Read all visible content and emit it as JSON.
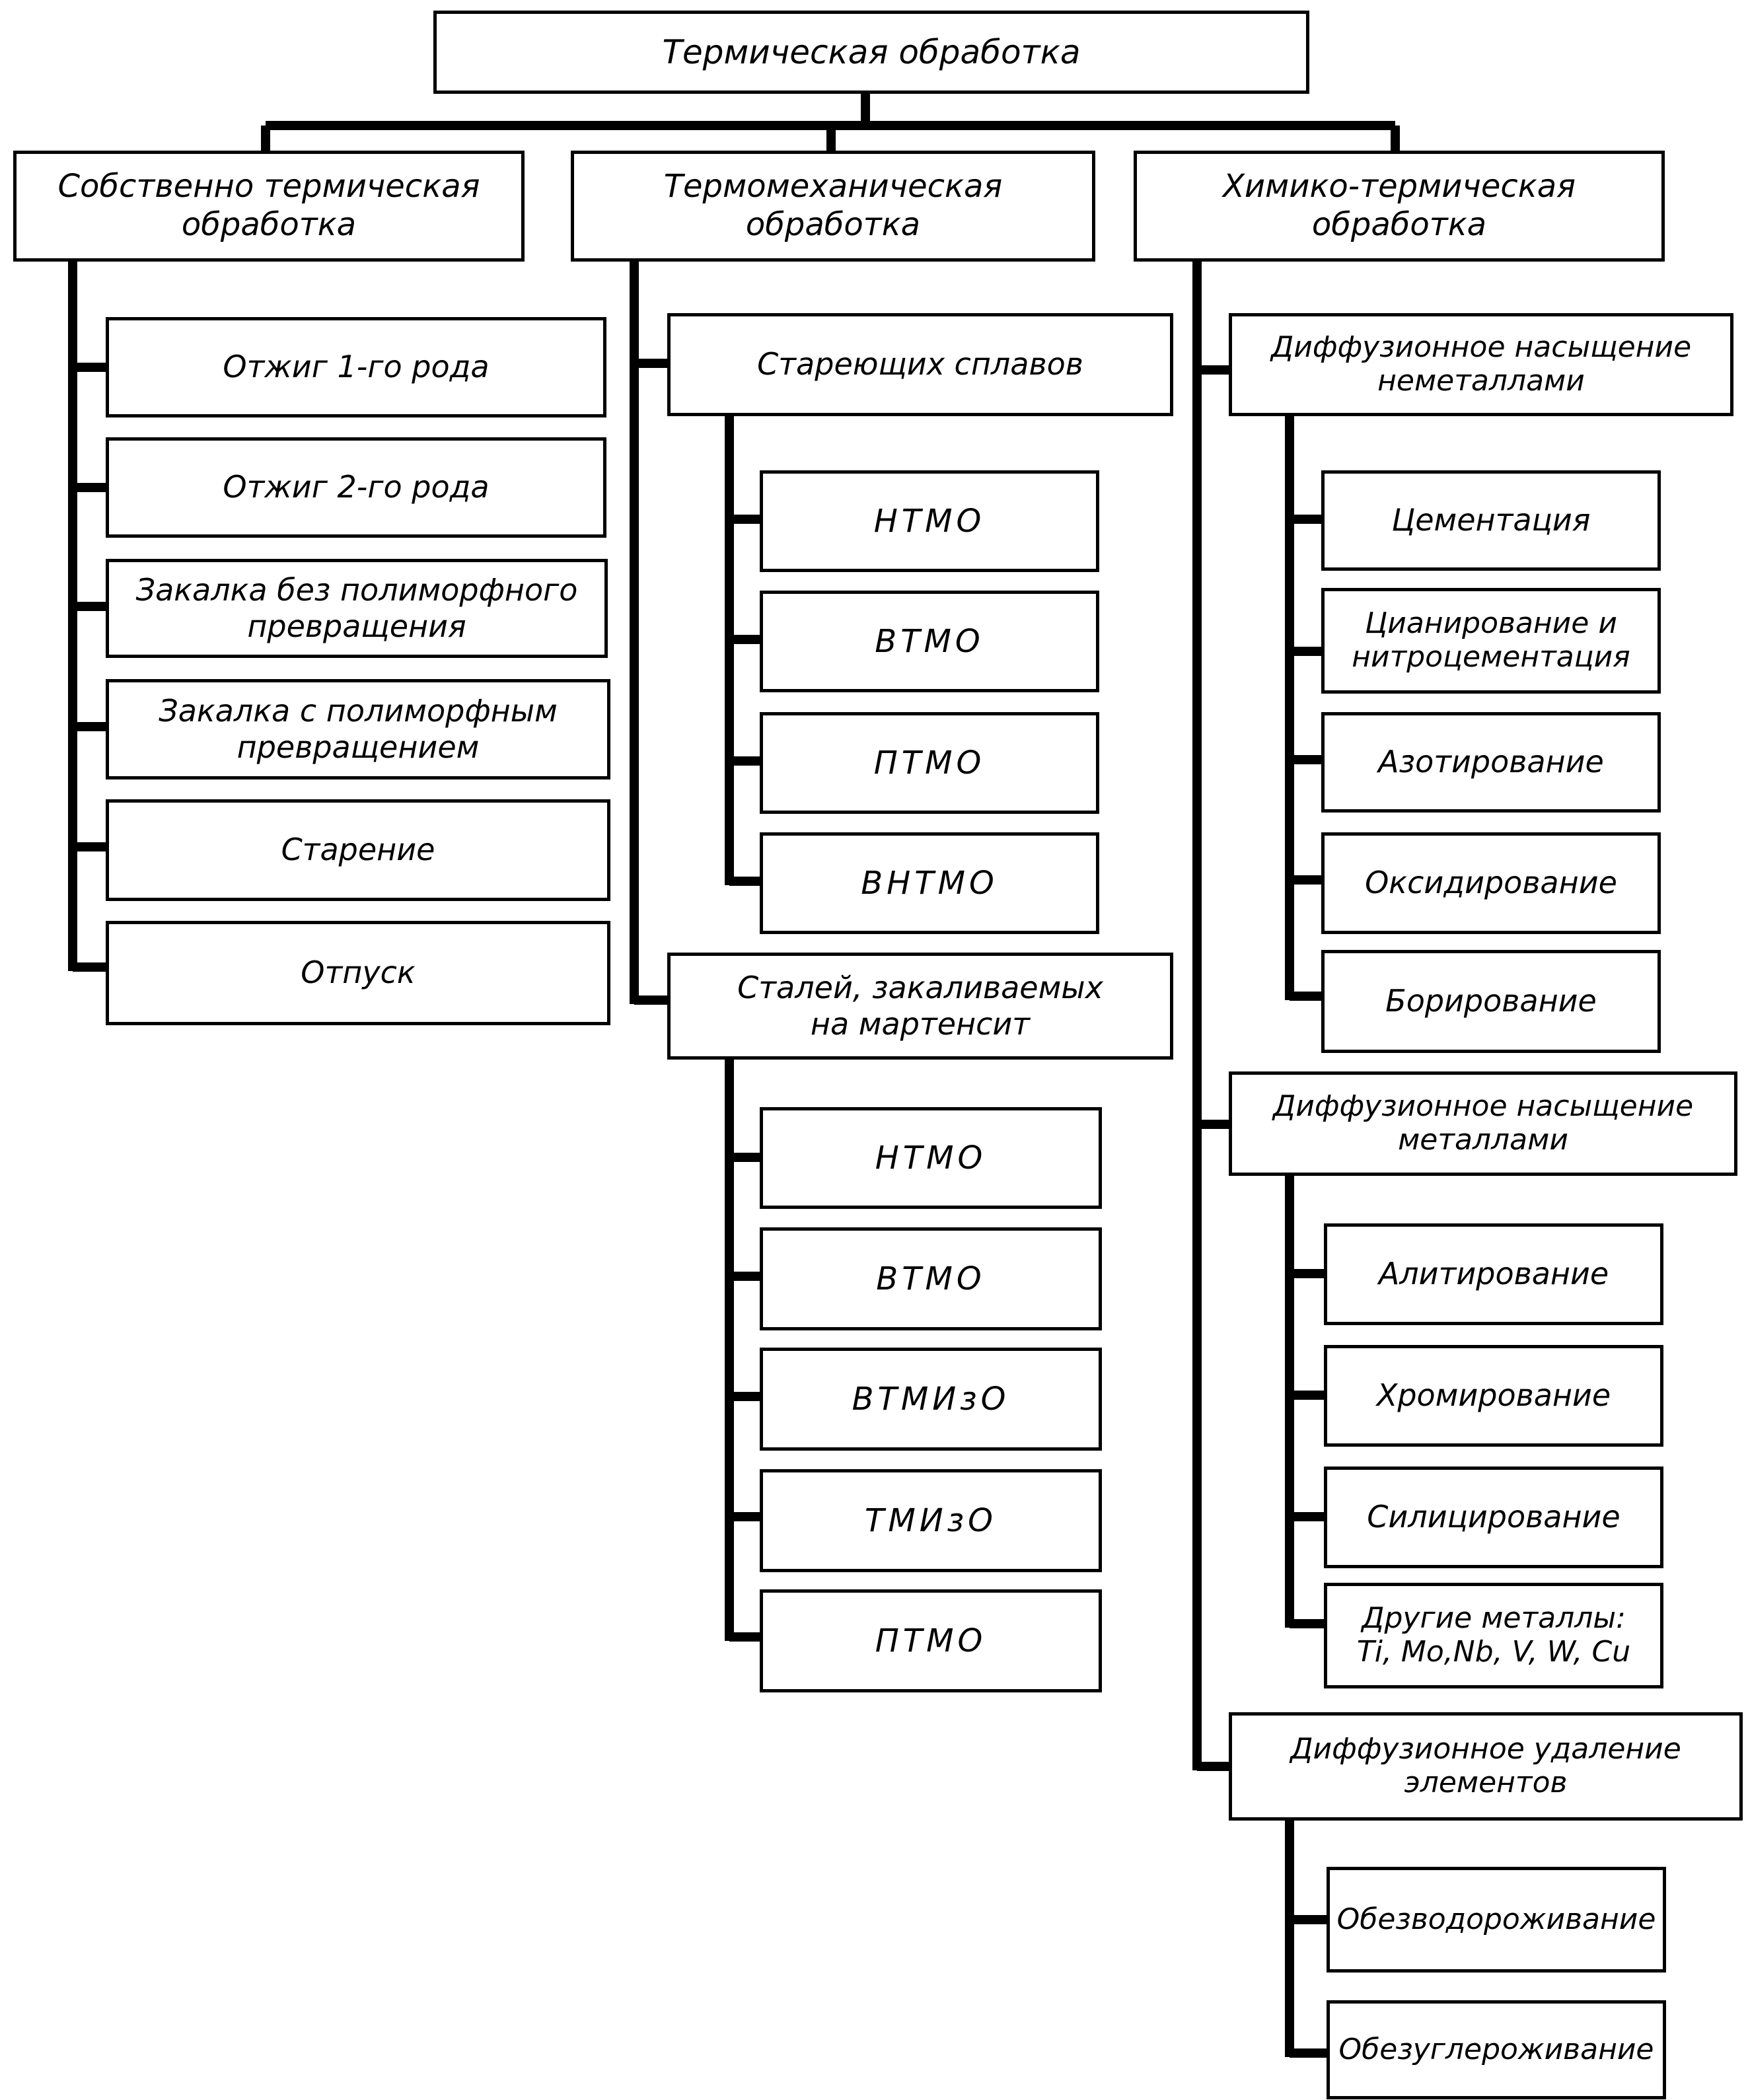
{
  "root": "Термическая обработка",
  "branches": {
    "thermal": {
      "title": [
        "Собственно термическая",
        "обработка"
      ],
      "items": [
        [
          "Отжиг 1-го рода"
        ],
        [
          "Отжиг 2-го рода"
        ],
        [
          "Закалка  без полиморфного",
          "превращения"
        ],
        [
          "Закалка  с полиморфным",
          "превращением"
        ],
        [
          "Старение"
        ],
        [
          "Отпуск"
        ]
      ]
    },
    "thermomech": {
      "title": [
        "Термомеханическая",
        "обработка"
      ],
      "groups": [
        {
          "title": [
            "Стареющих сплавов"
          ],
          "items": [
            "НТМО",
            "ВТМО",
            "ПТМО",
            "ВНТМО"
          ]
        },
        {
          "title": [
            "Сталей, закаливаемых",
            "на  мартенсит"
          ],
          "items": [
            "НТМО",
            "ВТМО",
            "ВТМИзО",
            "ТМИзО",
            "ПТМО"
          ]
        }
      ]
    },
    "chemical": {
      "title": [
        "Химико-термическая",
        "обработка"
      ],
      "groups": [
        {
          "title": [
            "Диффузионное насыщение",
            "неметаллами"
          ],
          "items": [
            [
              "Цементация"
            ],
            [
              "Цианирование и",
              "нитроцементация"
            ],
            [
              "Азотирование"
            ],
            [
              "Оксидирование"
            ],
            [
              "Борирование"
            ]
          ]
        },
        {
          "title": [
            "Диффузионное  насыщение",
            "металлами"
          ],
          "items": [
            [
              "Алитирование"
            ],
            [
              "Хромирование"
            ],
            [
              "Силицирование"
            ],
            [
              "Другие  металлы:",
              "Ti, Mo,Nb, V, W, Cu"
            ]
          ]
        },
        {
          "title": [
            "Диффузионное удаление",
            "элементов"
          ],
          "items": [
            [
              "Обезводороживание"
            ],
            [
              "Обезуглероживание"
            ]
          ]
        }
      ]
    }
  }
}
